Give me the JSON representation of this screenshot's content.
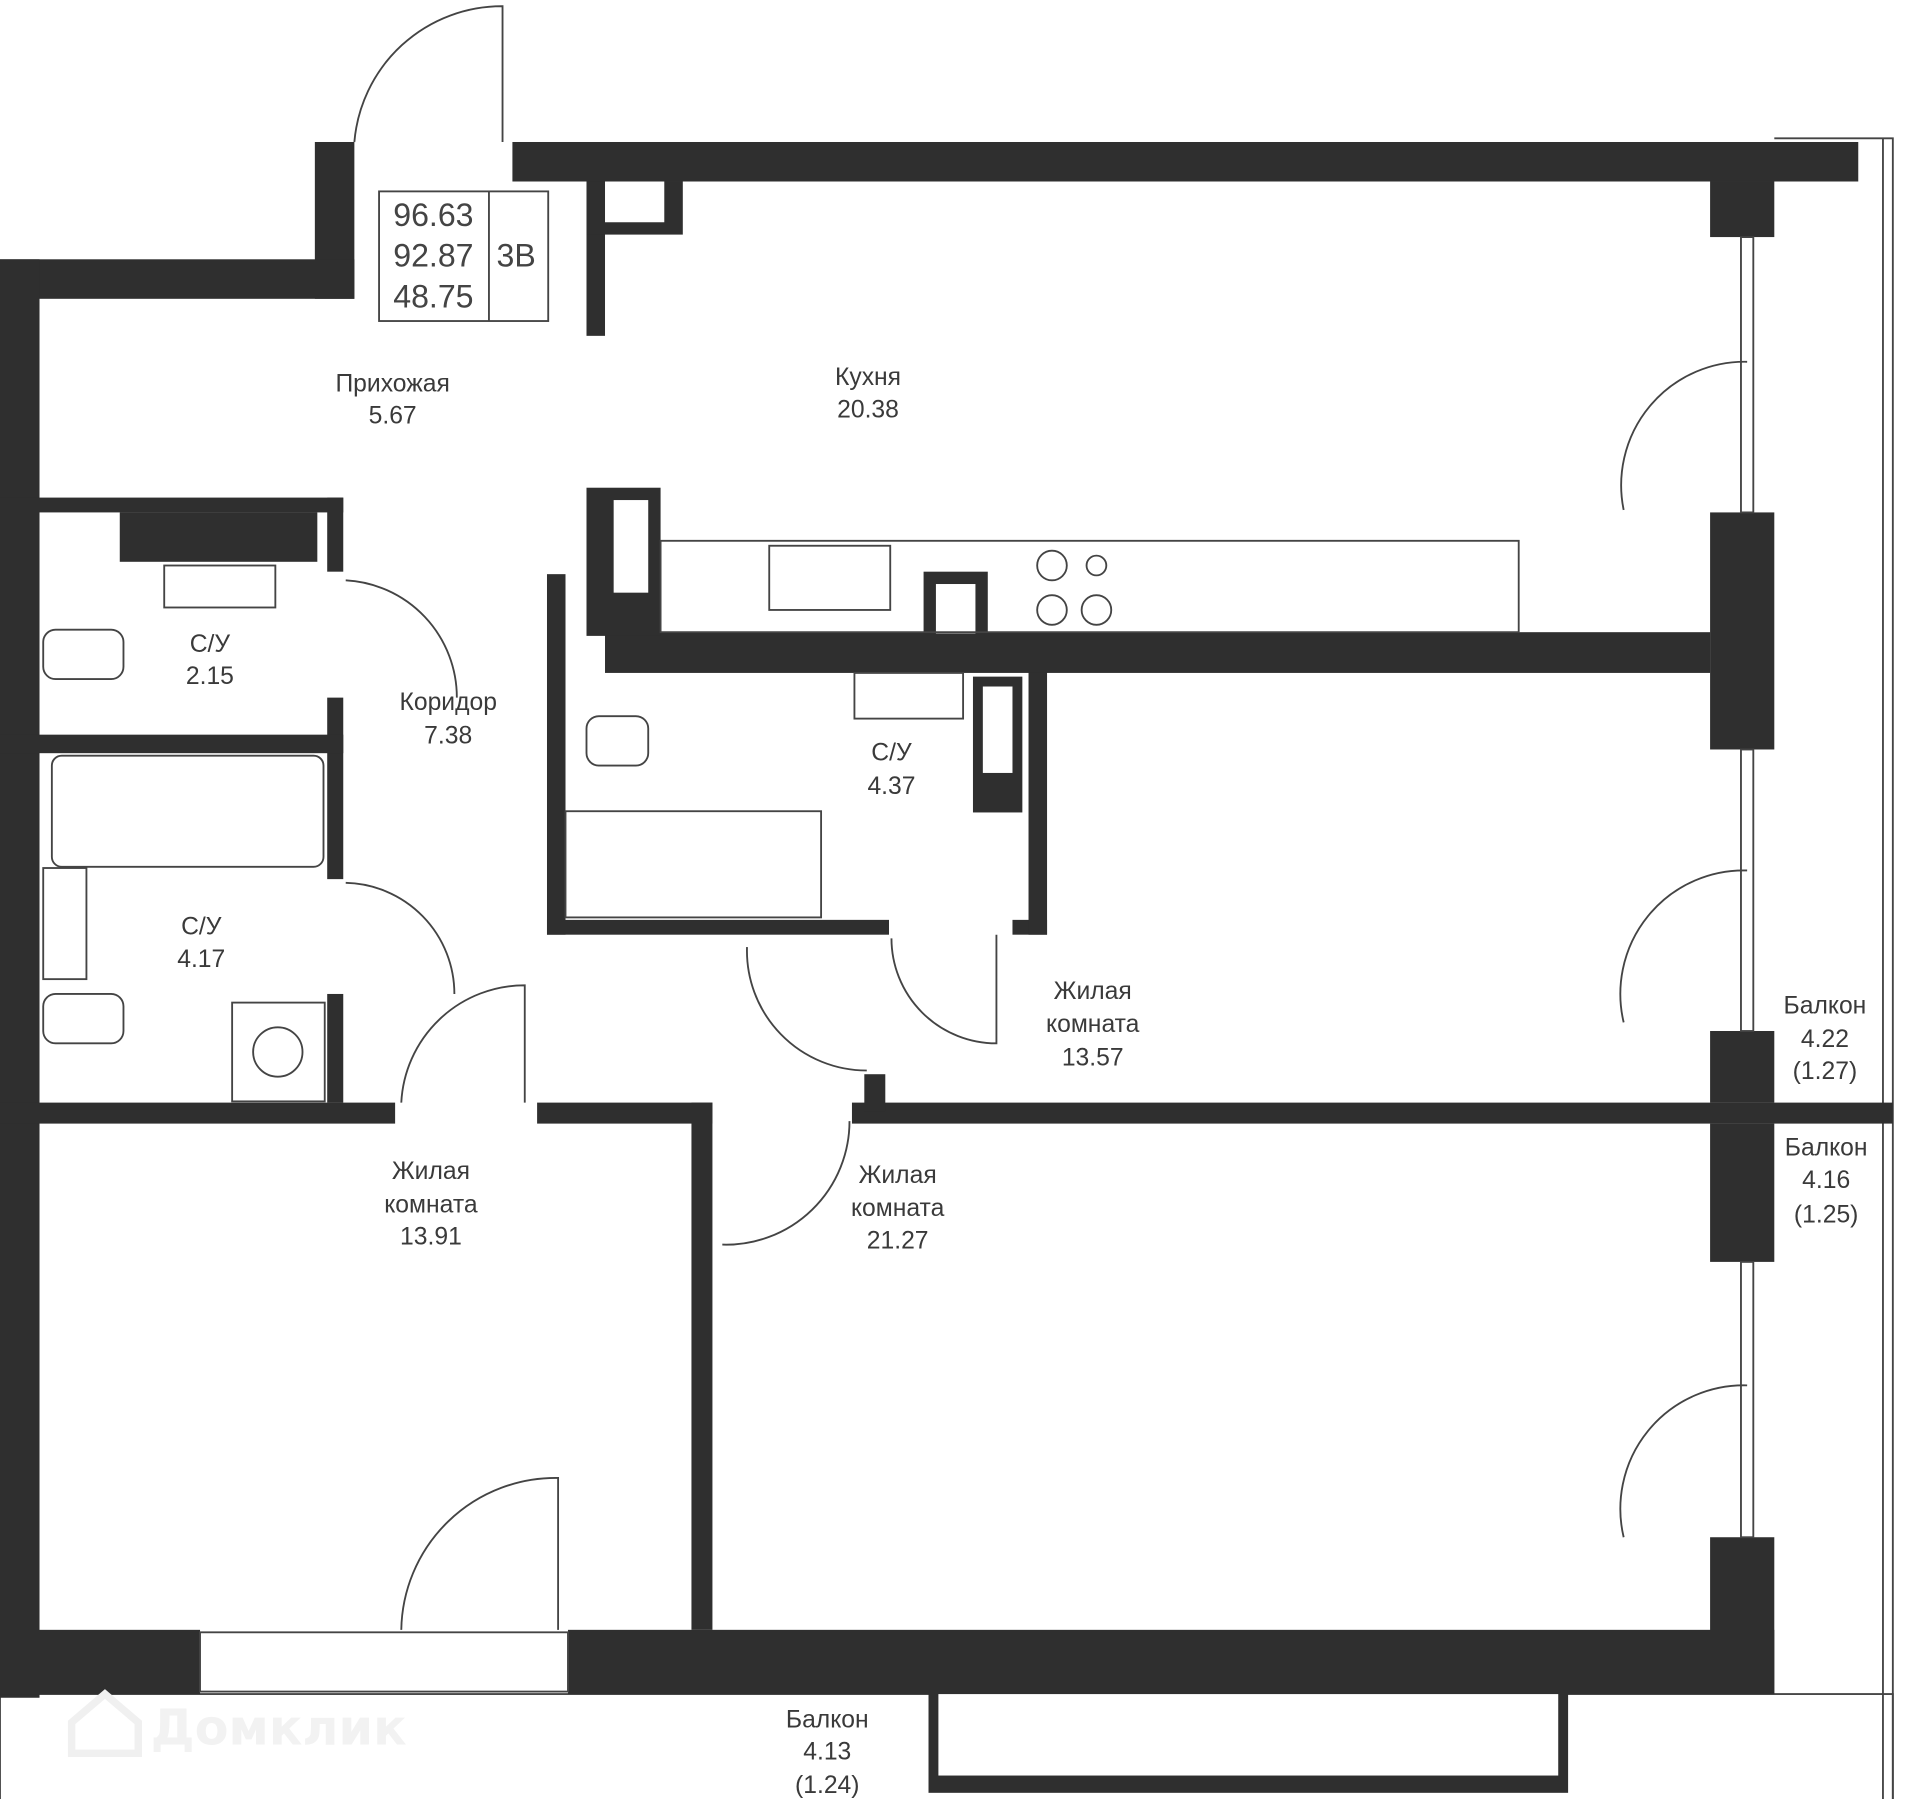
{
  "info": {
    "total_area": "96.63",
    "area_no_balcony": "92.87",
    "living_area": "48.75",
    "type": "3В"
  },
  "rooms": [
    {
      "name": "Прихожая",
      "area": "5.67"
    },
    {
      "name": "Кухня",
      "area": "20.38"
    },
    {
      "name": "С/У",
      "area": "2.15"
    },
    {
      "name": "Коридор",
      "area": "7.38"
    },
    {
      "name": "С/У",
      "area": "4.37"
    },
    {
      "name": "С/У",
      "area": "4.17"
    },
    {
      "name1": "Жилая",
      "name2": "комната",
      "area": "13.57"
    },
    {
      "name1": "Жилая",
      "name2": "комната",
      "area": "13.91"
    },
    {
      "name1": "Жилая",
      "name2": "комната",
      "area": "21.27"
    }
  ],
  "balconies": [
    {
      "name": "Балкон",
      "area": "4.22",
      "reduced": "(1.27)"
    },
    {
      "name": "Балкон",
      "area": "4.16",
      "reduced": "(1.25)"
    },
    {
      "name": "Балкон",
      "area": "4.13",
      "reduced": "(1.24)"
    }
  ],
  "watermark": "Домклик"
}
